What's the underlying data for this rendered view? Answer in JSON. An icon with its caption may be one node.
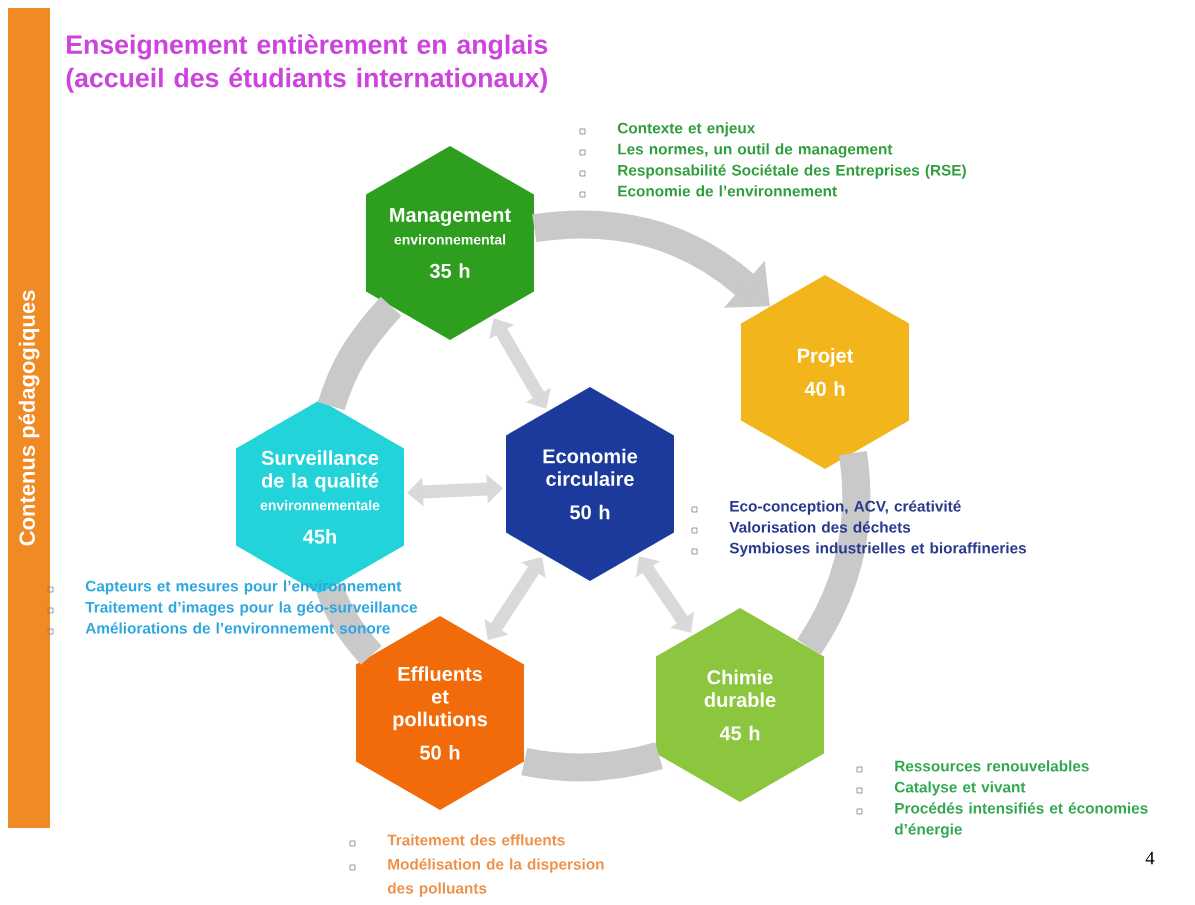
{
  "diagram": {
    "title": "Enseignement entièrement en anglais (accueil des étudiants internationaux)",
    "nodes": [
      {
        "text": [
          "Contenus pédagogiques"
        ]
      },
      {
        "text": [
          "Management",
          "environnemental",
          "35 h"
        ],
        "beside": [
          "Contexte et enjeux",
          "Les normes, un outil de management",
          "Responsabilité Sociétale des Entreprises (RSE)",
          "Economie de l’environnement"
        ]
      },
      {
        "text": [
          "Projet",
          "40 h"
        ]
      },
      {
        "text": [
          "Surveillance de la qualité",
          "environnementale",
          "45h"
        ],
        "beside": [
          "Capteurs et mesures pour l’environnement",
          "Traitement d’images pour la géo-surveillance",
          "Améliorations de l’environnement sonore"
        ]
      },
      {
        "text": [
          "Economie circulaire",
          "50 h"
        ],
        "beside": [
          "Eco-conception, ACV, créativité",
          "Valorisation des déchets",
          "Symbioses industrielles et bioraffineries"
        ]
      },
      {
        "text": [
          "Effluents et pollutions",
          "50 h"
        ],
        "beside": [
          "Traitement des effluents",
          "Modélisation de la dispersion des polluants"
        ]
      },
      {
        "text": [
          "Chimie durable",
          "45 h"
        ],
        "beside": [
          "Ressources renouvelables",
          "Catalyse et vivant",
          "Procédés intensifiés et économies d’énergie"
        ]
      }
    ],
    "edges": [
      {
        "from": 1,
        "to": 2,
        "arrow": "to"
      },
      {
        "from": 2,
        "to": 6,
        "arrow": "none"
      },
      {
        "from": 6,
        "to": 5,
        "arrow": "none"
      },
      {
        "from": 5,
        "to": 3,
        "arrow": "none"
      },
      {
        "from": 3,
        "to": 1,
        "arrow": "none"
      },
      {
        "from": 1,
        "to": 4,
        "arrow": "both"
      },
      {
        "from": 3,
        "to": 4,
        "arrow": "both"
      },
      {
        "from": 5,
        "to": 4,
        "arrow": "both"
      },
      {
        "from": 6,
        "to": 4,
        "arrow": "both"
      }
    ],
    "labels": [
      "4"
    ]
  }
}
